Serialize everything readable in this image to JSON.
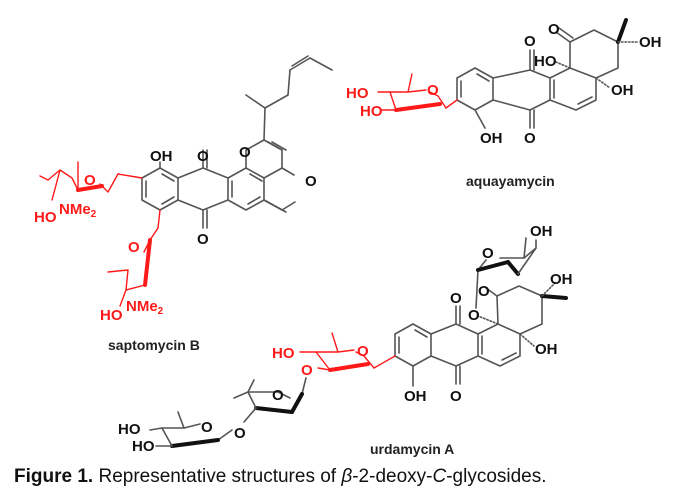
{
  "figure": {
    "compounds": [
      {
        "name": "saptomycin B",
        "labels": {
          "oh_top": "OH",
          "o_quinone_top": "O",
          "o_pyran": "O",
          "o_pyranone": "O",
          "o_quinone_bottom": "O",
          "sugar1_ring_o": "O",
          "sugar1_ho": "HO",
          "sugar1_nme2": "NMe",
          "sugar1_nme2_sub": "2",
          "sugar2_ring_o": "O",
          "sugar2_ho": "HO",
          "sugar2_nme2": "NMe",
          "sugar2_nme2_sub": "2"
        }
      },
      {
        "name": "aquayamycin",
        "labels": {
          "o_quinone_top": "O",
          "o_ketone": "O",
          "oh_ring_junction": "HO",
          "oh_tertiary": "OH",
          "oh_angular": "OH",
          "oh_phenol": "OH",
          "o_quinone_bottom": "O",
          "sugar_ring_o": "O",
          "sugar_ho1": "HO",
          "sugar_ho2": "HO"
        }
      },
      {
        "name": "urdamycin A",
        "labels": {
          "o_quinone_top": "O",
          "o_ketone": "O",
          "o_glycosidic": "O",
          "oh_tertiary": "OH",
          "oh_angular": "OH",
          "oh_phenol": "OH",
          "o_quinone_bottom": "O",
          "top_sugar_ring_o": "O",
          "top_sugar_oh": "OH",
          "red_sugar_ring_o": "O",
          "red_sugar_ho": "HO",
          "red_sugar_o_link": "O",
          "mid_sugar_ring_o": "O",
          "mid_sugar_o_link": "O",
          "end_sugar_ring_o": "O",
          "end_sugar_ho1": "HO",
          "end_sugar_ho2": "HO"
        }
      }
    ],
    "highlight_color": "#ff1a1a",
    "bond_color": "#555555"
  },
  "caption": {
    "label": "Figure 1.",
    "text_before": " Representative structures of ",
    "beta": "β",
    "text_mid": "-2-deoxy-",
    "c_italic": "C",
    "text_after": "-glycosides."
  }
}
